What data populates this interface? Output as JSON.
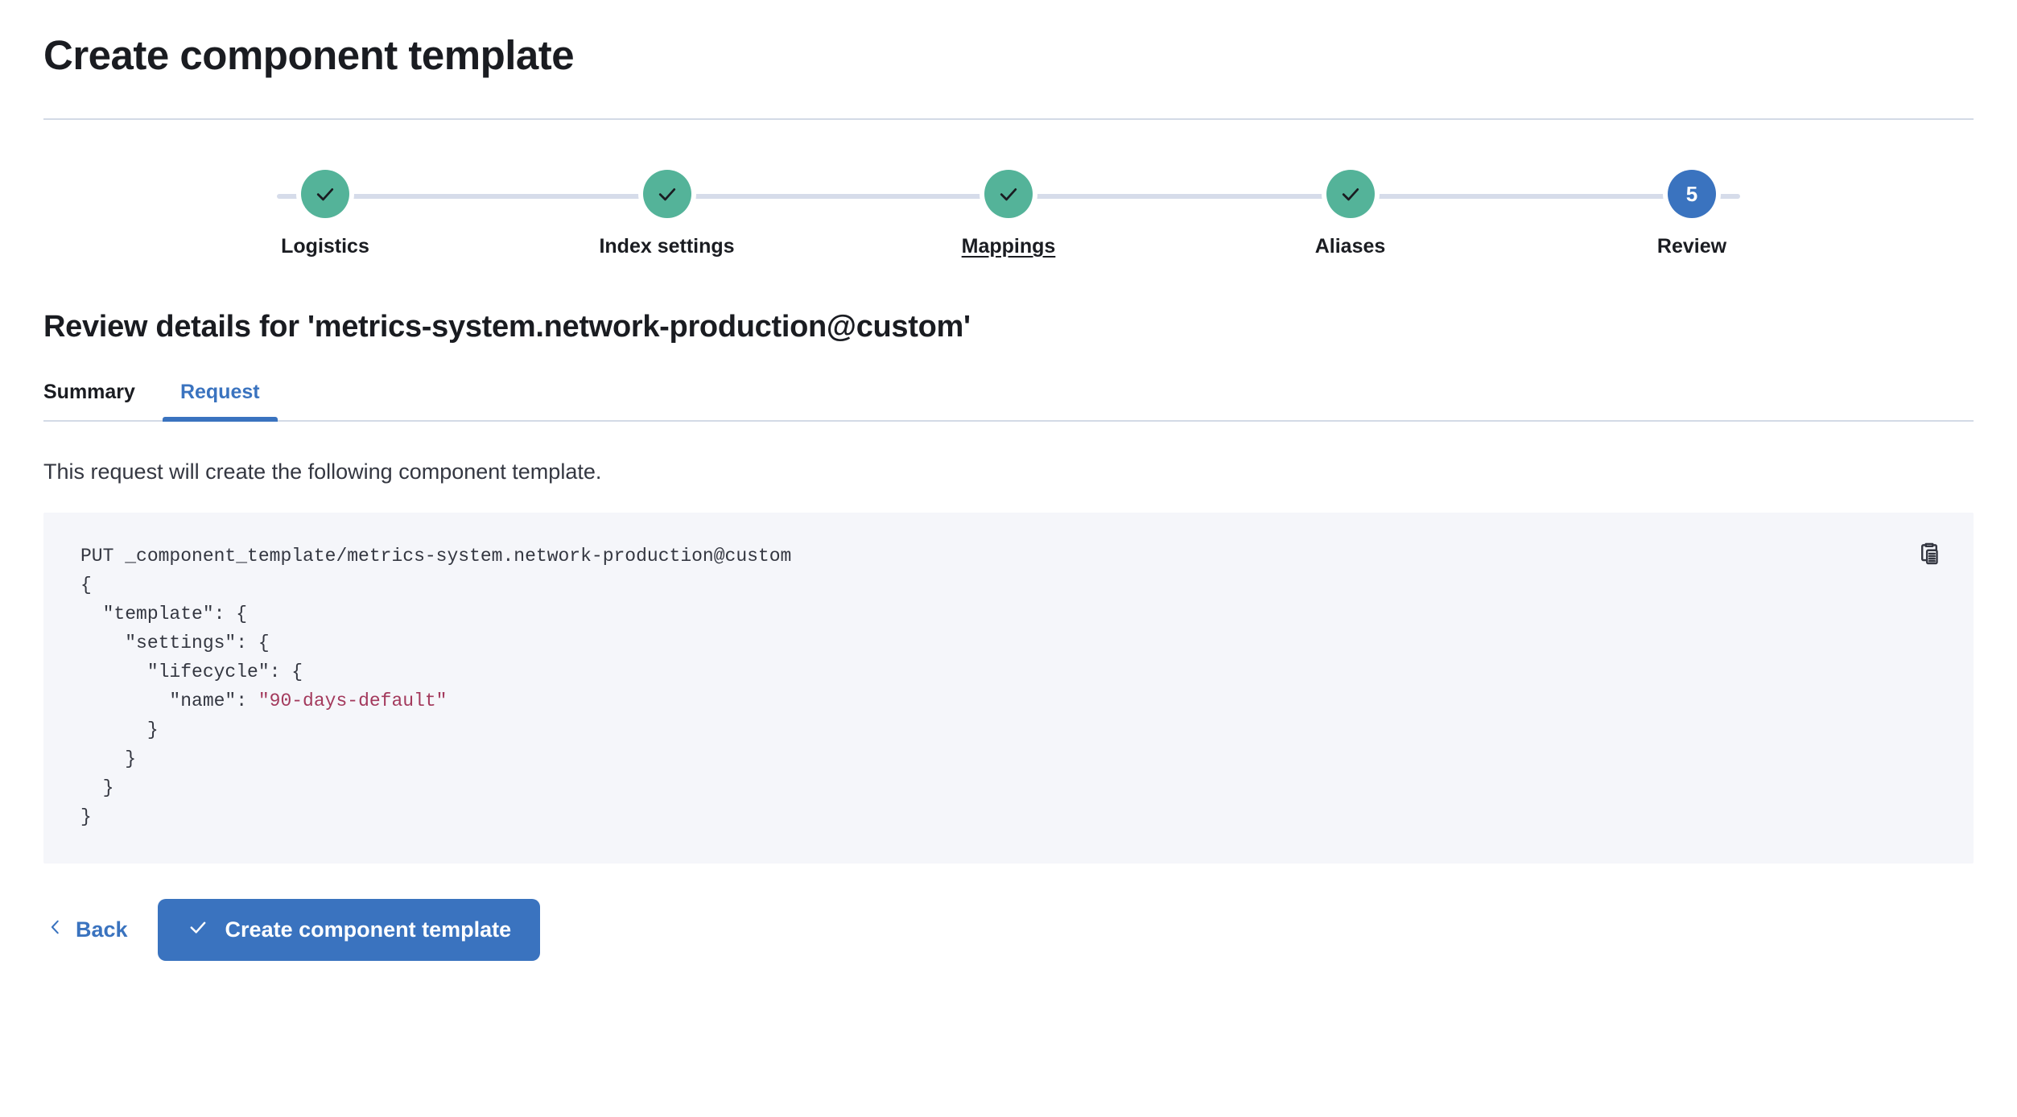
{
  "header": {
    "title": "Create component template"
  },
  "stepper": {
    "steps": [
      {
        "label": "Logistics",
        "state": "complete",
        "icon": "check-icon"
      },
      {
        "label": "Index settings",
        "state": "complete",
        "icon": "check-icon"
      },
      {
        "label": "Mappings",
        "state": "complete",
        "icon": "check-icon",
        "hovered": true
      },
      {
        "label": "Aliases",
        "state": "complete",
        "icon": "check-icon"
      },
      {
        "label": "Review",
        "state": "current",
        "number": "5"
      }
    ],
    "complete_color": "#54b399",
    "current_color": "#3a73bf",
    "line_color": "#d6dcea"
  },
  "review": {
    "heading": "Review details for 'metrics-system.network-production@custom'",
    "tabs": [
      {
        "label": "Summary",
        "active": false
      },
      {
        "label": "Request",
        "active": true
      }
    ],
    "description": "This request will create the following component template.",
    "copy_icon": "clipboard-copy-icon",
    "request": {
      "method_line": "PUT _component_template/metrics-system.network-production@custom",
      "body_lines": [
        "{",
        "  \"template\": {",
        "    \"settings\": {",
        "      \"lifecycle\": {",
        "        \"name\": ",
        "      }",
        "    }",
        "  }",
        "}"
      ],
      "lifecycle_name_value": "\"90-days-default\"",
      "string_color": "#a3395c"
    }
  },
  "footer": {
    "back_label": "Back",
    "back_icon": "chevron-left-icon",
    "submit_label": "Create component template",
    "submit_icon": "check-icon",
    "submit_color": "#3a73bf"
  }
}
